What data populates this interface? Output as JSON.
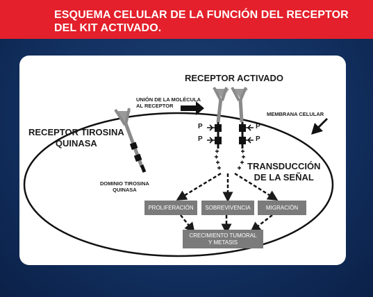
{
  "header": {
    "title_line1": "ESQUEMA CELULAR DE LA FUNCIÓN DEL RECEPTOR",
    "title_line2": "DEL KIT ACTIVADO."
  },
  "diagram": {
    "activated_receptor": "RECEPTOR ACTIVADO",
    "molecule_binding_line1": "UNIÓN DE LA MOLÉCULA",
    "molecule_binding_line2": "AL RECEPTOR",
    "cell_membrane": "MEMBRANA CELULAR",
    "tyrosine_kinase_receptor_line1": "RECEPTOR TIROSINA",
    "tyrosine_kinase_receptor_line2": "QUINASA",
    "tyrosine_kinase_domain_line1": "DOMINIO TIROSINA",
    "tyrosine_kinase_domain_line2": "QUINASA",
    "signal_transduction_line1": "TRANSDUCCIÓN",
    "signal_transduction_line2": "DE LA SEÑAL",
    "phosphate": "P",
    "proliferation": "PROLIFERACIÓN",
    "survival": "SOBREVIVENCIA",
    "migration": "MIGRACIÓN",
    "tumor_growth_line1": "CRECIMIENTO TUMORAL",
    "tumor_growth_line2": "Y METASIS"
  },
  "colors": {
    "header_red": "#e3202b",
    "background_blue": "#123060",
    "box_gray": "#7b7b7b",
    "receptor_gray": "#8a8a8a"
  }
}
